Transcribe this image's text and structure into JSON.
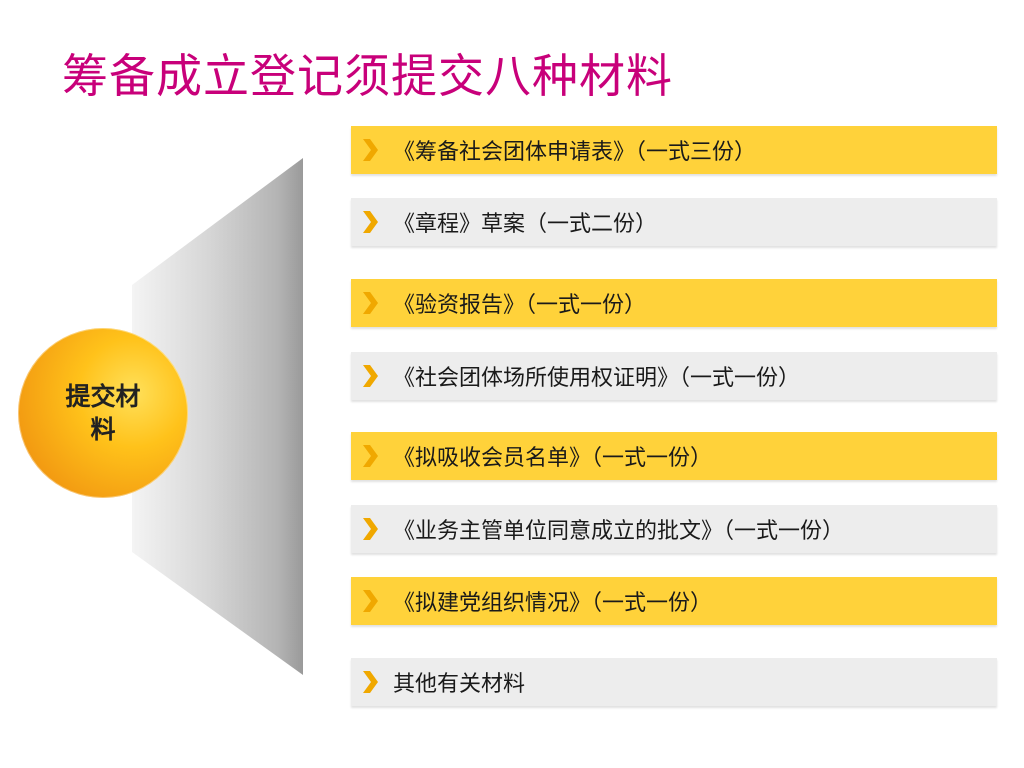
{
  "slide": {
    "title": "筹备成立登记须提交八种材料",
    "center_label": "提交材料",
    "items": [
      {
        "text": "《筹备社会团体申请表》（一式三份）",
        "style": "yellow"
      },
      {
        "text": "《章程》草案（一式二份）",
        "style": "gray"
      },
      {
        "text": "《验资报告》（一式一份）",
        "style": "yellow"
      },
      {
        "text": "《社会团体场所使用权证明》（一式一份）",
        "style": "gray"
      },
      {
        "text": "《拟吸收会员名单》（一式一份）",
        "style": "yellow"
      },
      {
        "text": "《业务主管单位同意成立的批文》（一式一份）",
        "style": "gray"
      },
      {
        "text": "《拟建党组织情况》（一式一份）",
        "style": "yellow"
      },
      {
        "text": "其他有关材料",
        "style": "gray"
      }
    ],
    "icons": {
      "bullet": "chevron-right-icon"
    },
    "colors": {
      "title": "#c8007a",
      "yellow_bar": "#ffd23a",
      "gray_bar": "#ededed",
      "chevron": "#f0a800",
      "circle": "#ffc21a"
    }
  }
}
